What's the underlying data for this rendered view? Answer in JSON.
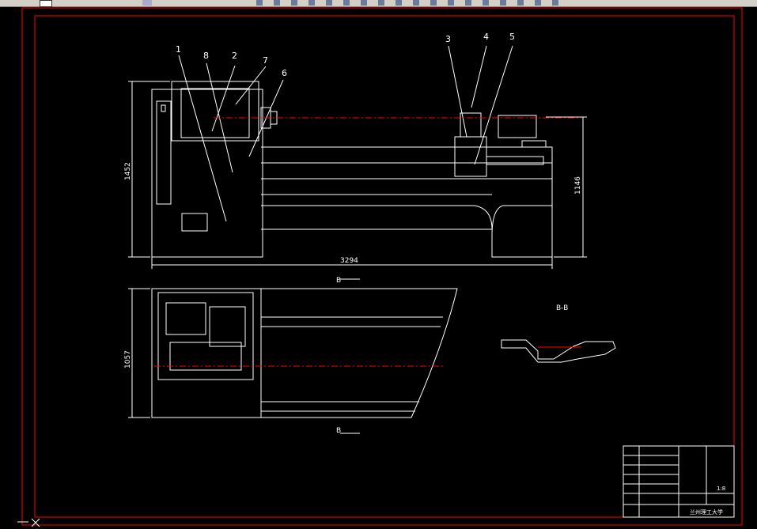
{
  "colors": {
    "background": "#000000",
    "border": "#ff0000",
    "line": "#ffffff",
    "centerline": "#ff0000",
    "toolbar": "#d4d0c8"
  },
  "drawing": {
    "dimensions": {
      "overall_length": "3294",
      "height": "1452",
      "center_height": "1146",
      "depth": "1057"
    },
    "part_numbers": [
      "1",
      "8",
      "2",
      "7",
      "6",
      "3",
      "4",
      "5"
    ],
    "section_label": "B",
    "section_title": "B-B"
  },
  "title_block": {
    "institution": "兰州理工大学",
    "sheet": "1:8"
  }
}
